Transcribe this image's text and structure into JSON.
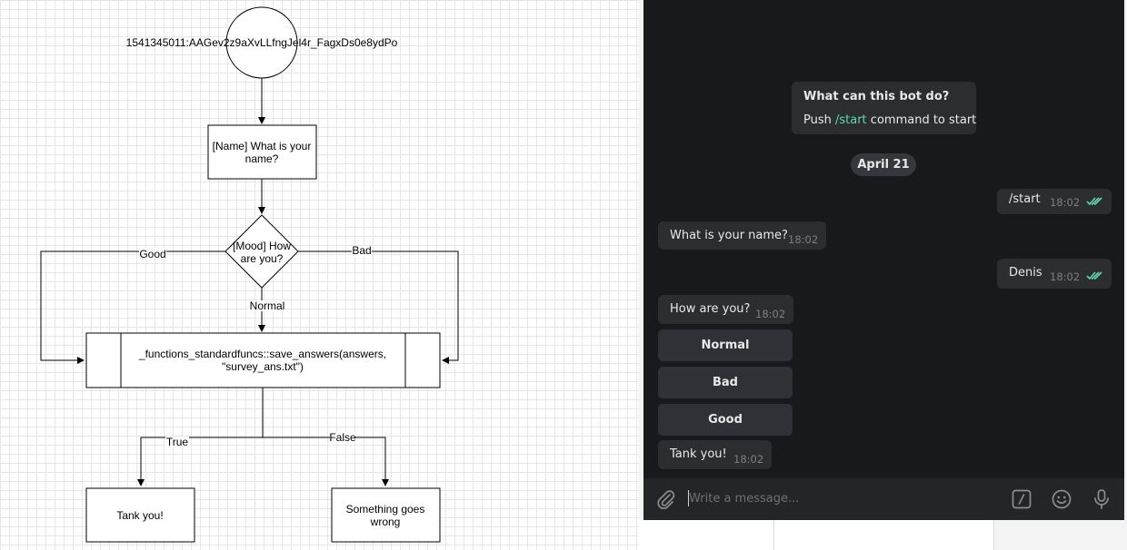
{
  "diagram": {
    "start_label": "1541345011:AAGev2z9aXvLLfngJel4r_FagxDs0e8ydPo",
    "name_node": [
      "[Name] What is your",
      "name?"
    ],
    "mood_node": [
      "[Mood] How",
      "are you?"
    ],
    "edge_good": "Good",
    "edge_bad": "Bad",
    "edge_normal": "Normal",
    "save_node": [
      "_functions_standardfuncs::save_answers(answers,",
      "\"survey_ans.txt\")"
    ],
    "edge_true": "True",
    "edge_false": "False",
    "thanks_node": "Tank you!",
    "error_node": [
      "Something goes",
      "wrong"
    ]
  },
  "chat": {
    "info_title": "What can this bot do?",
    "info_text_prefix": "Push ",
    "info_command": "/start",
    "info_text_suffix": " command to start",
    "date_badge": "April 21",
    "messages": [
      {
        "text": "/start",
        "time": "18:02",
        "direction": "out"
      },
      {
        "text": "What is your name?",
        "time": "18:02",
        "direction": "in"
      },
      {
        "text": "Denis",
        "time": "18:02",
        "direction": "out"
      },
      {
        "text": "How are you?",
        "time": "18:02",
        "direction": "in"
      },
      {
        "text": "Tank you!",
        "time": "18:02",
        "direction": "in"
      }
    ],
    "keyboard": [
      "Normal",
      "Bad",
      "Good"
    ],
    "composer_placeholder": "Write a message...",
    "icons": [
      "attach-icon",
      "bot-command-icon",
      "emoji-icon",
      "microphone-icon",
      "read-checkmarks-icon"
    ],
    "colors": {
      "background": "#18191d",
      "bubble": "#2b2d31",
      "accent": "#5fd7b6"
    }
  }
}
